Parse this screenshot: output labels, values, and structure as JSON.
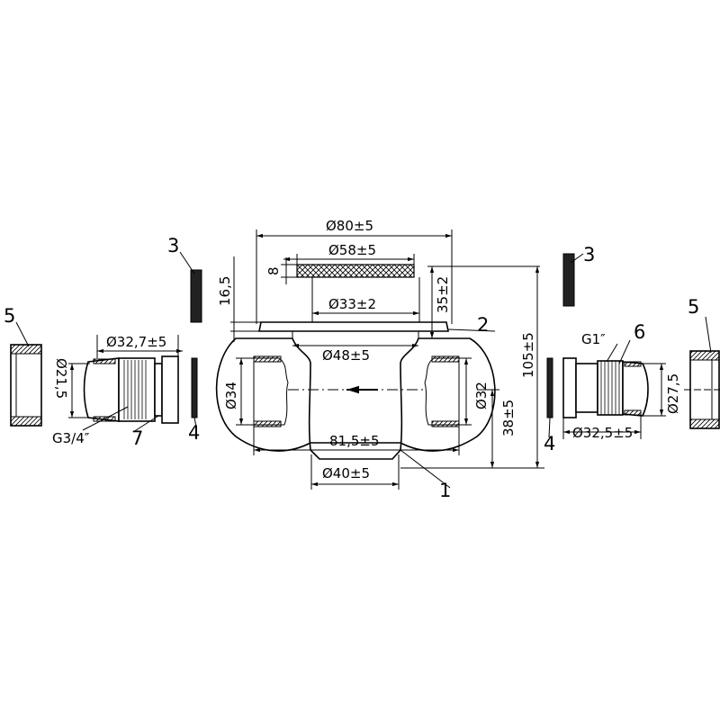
{
  "dimensions": {
    "d80": "Ø80±5",
    "d58": "Ø58±5",
    "d33": "Ø33±2",
    "h8": "8",
    "h16_5": "16,5",
    "h35": "35±2",
    "d48": "Ø48±5",
    "d34": "Ø34",
    "d32": "Ø32",
    "w81_5": "81,5±5",
    "d40": "Ø40±5",
    "h38": "38±5",
    "h105": "105±5",
    "d32_7": "Ø32,7±5",
    "d21_5": "Ø21,5",
    "g34": "G3/4″",
    "g1": "G1″",
    "d27_5": "Ø27,5",
    "d32_5": "Ø32,5±5"
  },
  "callouts": {
    "p1": "1",
    "p2": "2",
    "p3_left": "3",
    "p3_right": "3",
    "p4_left": "4",
    "p4_right": "4",
    "p5_left": "5",
    "p5_right": "5",
    "p6": "6",
    "p7": "7"
  }
}
